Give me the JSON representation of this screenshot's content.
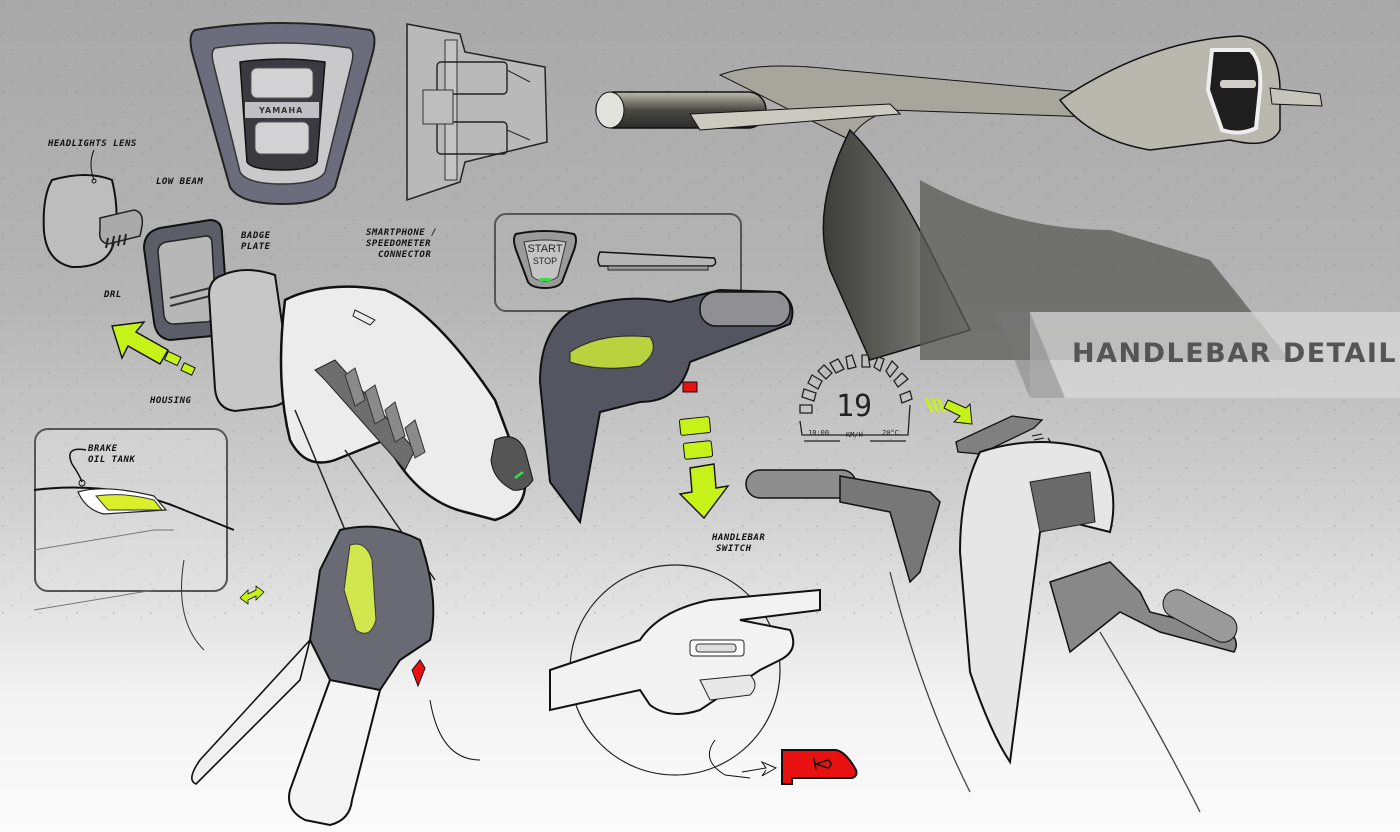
{
  "sheet": {
    "title": "HANDLEBAR DETAIL",
    "accent_color": "#c6f21a",
    "warning_color": "#e81010",
    "indicator_green": "#35e24a"
  },
  "annotations": {
    "headlights_lens": "Headlights Lens",
    "low_beam": "Low Beam",
    "badge_plate": "Badge Plate",
    "drl": "DRL",
    "housing": "Housing",
    "smartphone_connector": [
      "Smartphone /",
      "Speedometer",
      "Connector"
    ],
    "brake_oil_tank": [
      "Brake",
      "Oil Tank"
    ],
    "handlebar_switch": [
      "Handlebar",
      "Switch"
    ]
  },
  "headlight_badge": {
    "brand": "YAMAHA"
  },
  "start_button": {
    "line1": "START",
    "line2": "STOP"
  },
  "speedometer": {
    "speed": "19",
    "unit": "KM/H",
    "time": "10:00",
    "temperature": "20°C"
  },
  "icons": {
    "horn": "horn-icon",
    "arrows": [
      "arrow-up-left",
      "arrow-down",
      "arrow-down-right",
      "double-arrow"
    ]
  }
}
